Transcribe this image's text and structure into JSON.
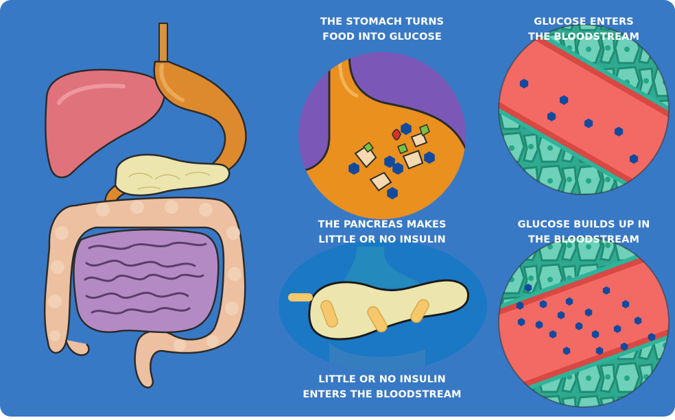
{
  "colors": {
    "background": "#3879c6",
    "liver": "#e0727c",
    "stomach": "#dd8a2e",
    "pancreas": "#ece5ad",
    "intestine_large": "#ecc0a0",
    "intestine_small": "#b48ac4",
    "blood_vessel": "#f26a63",
    "cells": "#2fb39a",
    "glucose": "#134a9e",
    "insulin": "#f5c86b"
  },
  "panels": {
    "stomach": {
      "line1": "THE STOMACH TURNS",
      "line2": "FOOD INTO GLUCOSE"
    },
    "glucose_enters": {
      "line1": "GLUCOSE ENTERS",
      "line2": "THE BLOODSTREAM"
    },
    "pancreas": {
      "line1": "THE PANCREAS MAKES",
      "line2": "LITTLE OR NO INSULIN"
    },
    "glucose_builds": {
      "line1": "GLUCOSE BUILDS UP IN",
      "line2": "THE BLOODSTREAM"
    },
    "insulin_enters": {
      "line1": "LITTLE OR NO INSULIN",
      "line2": "ENTERS THE BLOODSTREAM"
    }
  },
  "icons": [
    "digestive-system-illustration",
    "stomach-food-icon",
    "blood-vessel-few-glucose-icon",
    "pancreas-insulin-icon",
    "blood-vessel-many-glucose-icon"
  ]
}
